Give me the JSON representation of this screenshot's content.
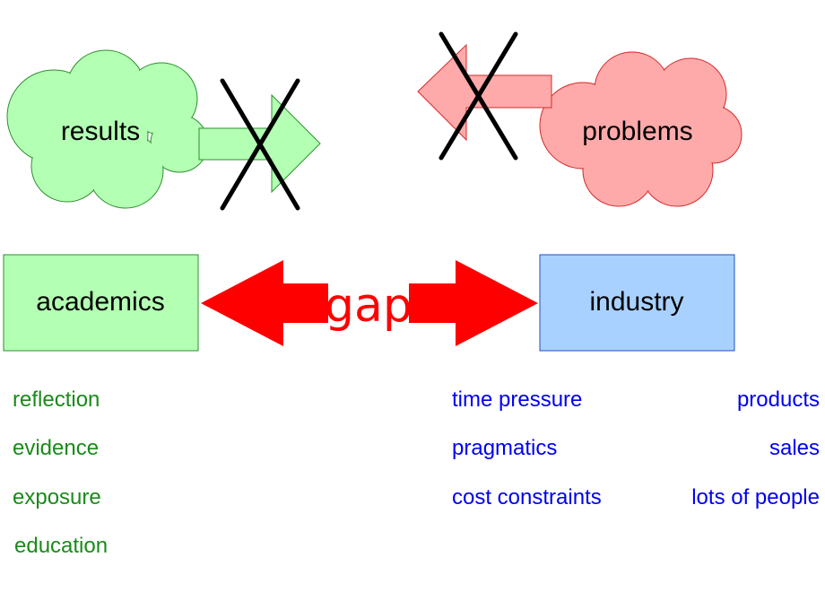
{
  "colors": {
    "academic_fill": "#b3ffb3",
    "academic_stroke": "#2f8f2f",
    "industry_box_fill": "#a9d1ff",
    "industry_box_stroke": "#2050c0",
    "problems_fill": "#ffaaaa",
    "problems_stroke": "#d42a2a",
    "gap_red": "#ff0000",
    "academic_text": "#1a8a1a",
    "industry_text": "#0000ee",
    "cross": "#000000"
  },
  "clouds": {
    "results": "results",
    "problems": "problems"
  },
  "boxes": {
    "academics": "academics",
    "industry": "industry"
  },
  "gap_label": "gap",
  "academic_traits": [
    "reflection",
    "evidence",
    "exposure",
    "education"
  ],
  "industry_traits_left": [
    "time pressure",
    "pragmatics",
    "cost constraints"
  ],
  "industry_traits_right": [
    "products",
    "sales",
    "lots of people"
  ]
}
